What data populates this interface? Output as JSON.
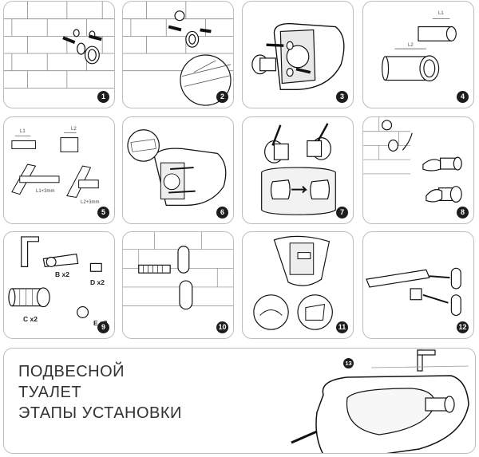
{
  "steps": [
    {
      "number": "1"
    },
    {
      "number": "2"
    },
    {
      "number": "3"
    },
    {
      "number": "4"
    },
    {
      "number": "5"
    },
    {
      "number": "6"
    },
    {
      "number": "7"
    },
    {
      "number": "8"
    },
    {
      "number": "9"
    },
    {
      "number": "10"
    },
    {
      "number": "11"
    },
    {
      "number": "12"
    },
    {
      "number": "13"
    }
  ],
  "labels": {
    "l1": "L1",
    "l2": "L2",
    "l1_3mm": "L1+3mm",
    "l2_3mm": "L2+3mm",
    "part_b": "B x2",
    "part_c": "C x2",
    "part_d": "D x2",
    "part_e": "E x2"
  },
  "title": {
    "line1": "ПОДВЕСНОЙ",
    "line2": "ТУАЛЕТ",
    "line3": "ЭТАПЫ УСТАНОВКИ"
  }
}
